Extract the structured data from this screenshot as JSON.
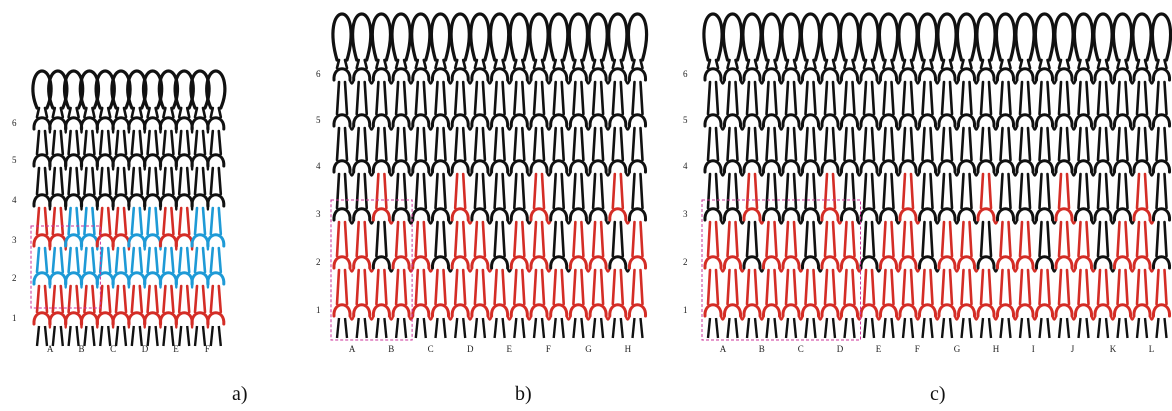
{
  "panels": [
    {
      "id": "a",
      "caption": "a)",
      "row_labels": [
        "1",
        "2",
        "3",
        "4",
        "5",
        "6"
      ],
      "col_labels": [
        "A",
        "B",
        "C",
        "D",
        "E",
        "F"
      ],
      "colors": {
        "base": "#111111",
        "red": "#d42d26",
        "blue": "#1e9ad6",
        "box": "#cc3399"
      }
    },
    {
      "id": "b",
      "caption": "b)",
      "row_labels": [
        "1",
        "2",
        "3",
        "4",
        "5",
        "6"
      ],
      "col_labels": [
        "A",
        "B",
        "C",
        "D",
        "E",
        "F",
        "G",
        "H"
      ],
      "colors": {
        "base": "#111111",
        "red": "#d42d26",
        "box": "#cc3399"
      }
    },
    {
      "id": "c",
      "caption": "c)",
      "row_labels": [
        "1",
        "2",
        "3",
        "4",
        "5",
        "6"
      ],
      "col_labels": [
        "A",
        "B",
        "C",
        "D",
        "E",
        "F",
        "G",
        "H",
        "I",
        "J",
        "K",
        "L"
      ],
      "colors": {
        "base": "#111111",
        "red": "#d42d26",
        "box": "#cc3399"
      }
    }
  ]
}
